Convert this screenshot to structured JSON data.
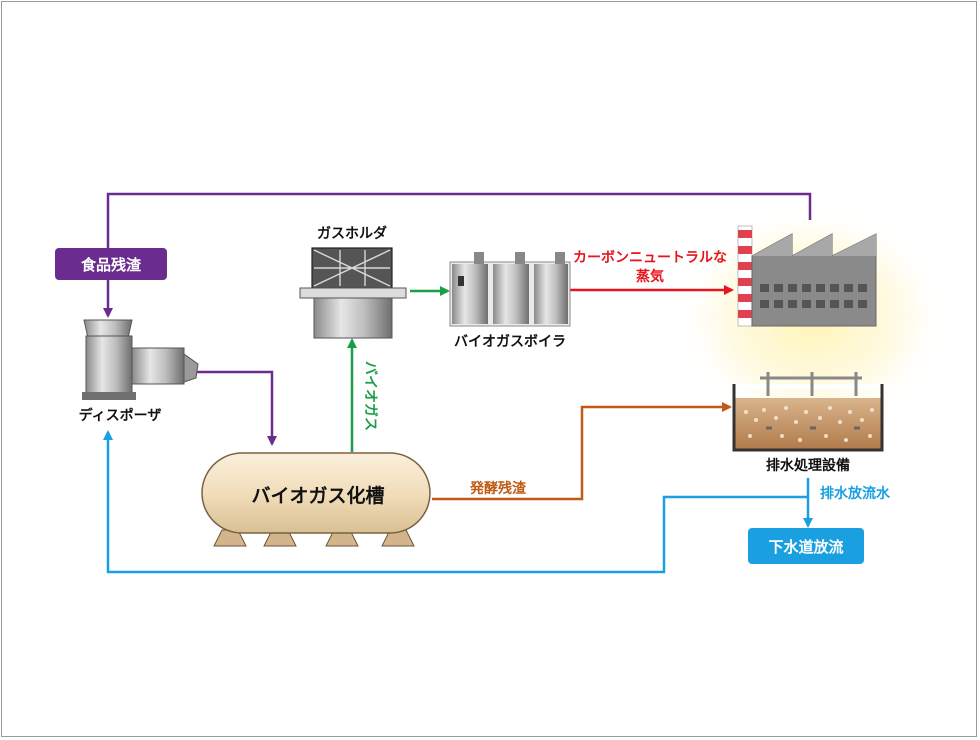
{
  "labels": {
    "food_waste": "食品残渣",
    "disposer": "ディスポーザ",
    "gas_holder": "ガスホルダ",
    "biogas_boiler": "バイオガスボイラ",
    "carbon_neutral_line1": "カーボンニュートラルな",
    "carbon_neutral_line2": "蒸気",
    "biogas": "バイオガス",
    "biogas_tank": "バイオガス化槽",
    "fermentation_residue": "発酵残渣",
    "wastewater_facility": "排水処理設備",
    "discharge_water": "排水放流水",
    "sewer_discharge": "下水道放流"
  },
  "colors": {
    "purple": "#6a2c8e",
    "green": "#1a9e48",
    "red": "#e8141c",
    "orange": "#c05a14",
    "blue": "#1aa0e0",
    "tank_fill": "#f2dfc0",
    "chimney_red": "#e14050"
  },
  "icons": {
    "disposer": "disposer-machine-icon",
    "gas_holder": "gas-holder-icon",
    "boiler": "boiler-units-icon",
    "factory": "factory-icon",
    "tank": "biogas-tank-icon",
    "wastewater": "wastewater-basin-icon"
  }
}
